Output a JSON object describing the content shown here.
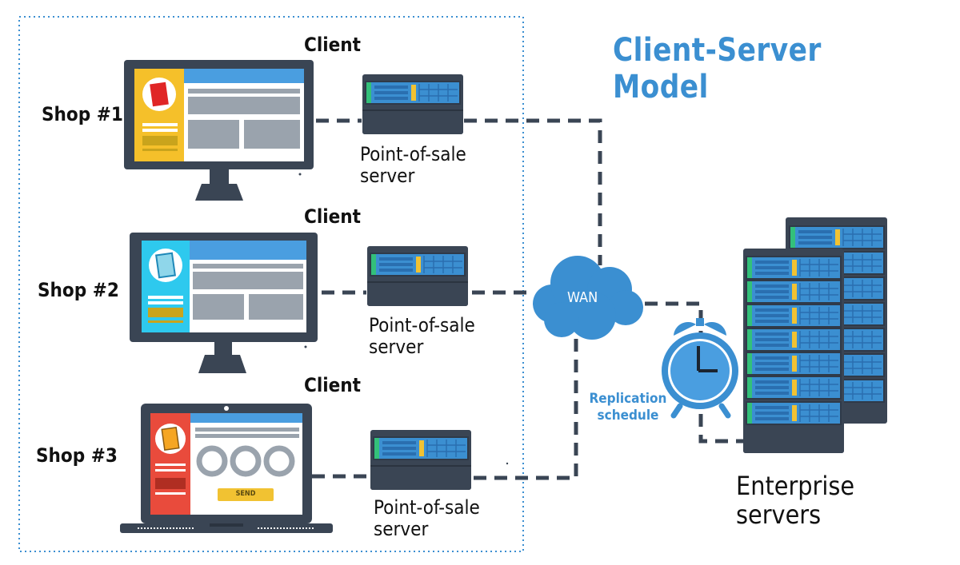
{
  "title": "Client-Server Model",
  "shops": [
    {
      "label": "Shop #1",
      "client": "Client",
      "server_line1": "Point-of-sale",
      "server_line2": "server"
    },
    {
      "label": "Shop #2",
      "client": "Client",
      "server_line1": "Point-of-sale",
      "server_line2": "server"
    },
    {
      "label": "Shop #3",
      "client": "Client",
      "server_line1": "Point-of-sale",
      "server_line2": "server"
    }
  ],
  "send_button": "SEND",
  "wan": "WAN",
  "replication": {
    "line1": "Replication",
    "line2": "schedule"
  },
  "enterprise": {
    "line1": "Enterprise",
    "line2": "servers"
  },
  "colors": {
    "accent": "#3b8fd1",
    "screen_blue": "#4a9ee0",
    "shop1_panel": "#f5c02a",
    "shop2_panel": "#2ec9ee",
    "shop3_panel": "#e94b3c",
    "dark": "#3a4554",
    "dotted_border": "#3b8fd1"
  }
}
